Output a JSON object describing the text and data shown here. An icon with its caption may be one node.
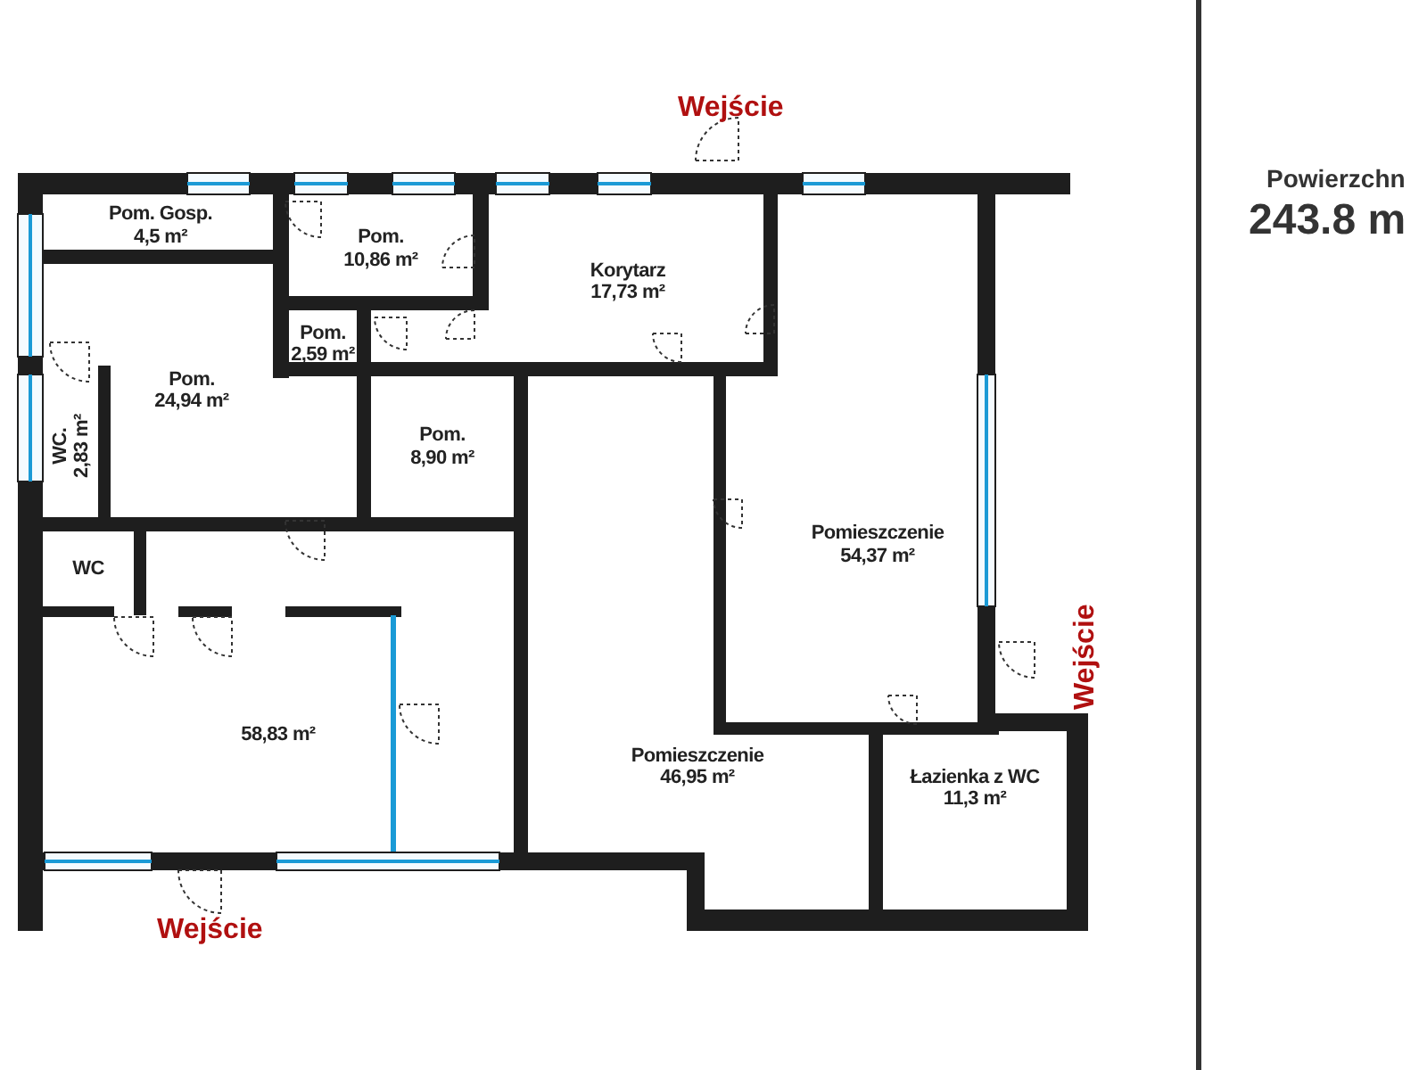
{
  "diagram": {
    "nodes": [
      {
        "text": [
          "Pom. Gosp.",
          "4,5 m²"
        ]
      },
      {
        "text": [
          "Pom.",
          "10,86 m²"
        ]
      },
      {
        "text": [
          "Korytarz",
          "17,73 m²"
        ]
      },
      {
        "text": [
          "Pom.",
          "2,59 m²"
        ]
      },
      {
        "text": [
          "Pom.",
          "24,94 m²"
        ]
      },
      {
        "text": [
          "WC.",
          "2,83 m²"
        ]
      },
      {
        "text": [
          "Pom.",
          "8,90 m²"
        ]
      },
      {
        "text": [
          "Pomieszczenie",
          "54,37 m²"
        ]
      },
      {
        "text": [
          "WC"
        ]
      },
      {
        "text": [
          "58,83 m²"
        ]
      },
      {
        "text": [
          "Pomieszczenie",
          "46,95 m²"
        ]
      },
      {
        "text": [
          "Łazienka z WC",
          "11,3 m²"
        ]
      }
    ],
    "edges": [],
    "labels": [
      "Wejście",
      "Powierzchn",
      "243.8 m",
      "Wejście",
      "Wejście"
    ]
  }
}
